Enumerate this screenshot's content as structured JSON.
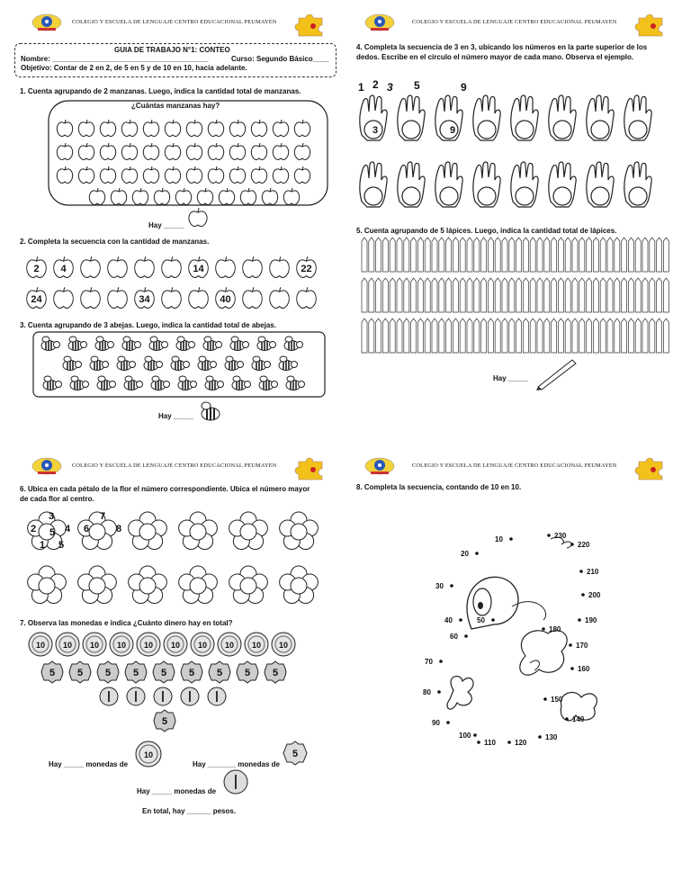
{
  "school_name": "COLEGIO Y ESCUELA DE LENGUAJE CENTRO EDUCACIONAL PEUMAYEN",
  "guide": {
    "title": "GUIA DE TRABAJO N°1: CONTEO",
    "name_label": "Nombre: _______________________________________",
    "course_label": "Curso: Segundo Básico____",
    "objective": "Objetivo: Contar de  2 en 2, de 5 en 5 y de 10 en 10, hacia adelante."
  },
  "q1": {
    "instruction": "1. Cuenta agrupando de 2 manzanas. Luego, indica la cantidad total de manzanas.",
    "box_title": "¿Cuántas manzanas hay?",
    "answer": "Hay _____"
  },
  "q2": {
    "instruction": "2. Completa la secuencia con la cantidad de manzanas.",
    "row1": [
      "2",
      "4",
      "",
      "",
      "",
      "",
      "14",
      "",
      "",
      "",
      "22"
    ],
    "row2": [
      "24",
      "",
      "",
      "",
      "34",
      "",
      "",
      "40",
      "",
      "",
      ""
    ]
  },
  "q3": {
    "instruction": "3. Cuenta agrupando de 3 abejas. Luego, indica la cantidad total de abejas.",
    "answer": "Hay _____"
  },
  "q4": {
    "instruction_line1": "4. Completa la secuencia de 3 en 3, ubicando los números en la parte superior de los",
    "instruction_line2": "dedos. Escribe en el círculo el número mayor de cada mano. Observa el ejemplo.",
    "example_top": [
      "1",
      "2",
      "3",
      "5",
      "9"
    ],
    "example_circle": [
      "3",
      "9"
    ]
  },
  "q5": {
    "instruction": "5. Cuenta agrupando de 5 lápices. Luego, indica la cantidad total de lápices.",
    "answer": "Hay _____"
  },
  "q6": {
    "instruction_line1": "6. Ubica en cada pétalo de la flor el número correspondiente. Ubica el número mayor",
    "instruction_line2": "de cada flor al centro.",
    "flower1": [
      "3",
      "2",
      "4",
      "5",
      "1",
      "5"
    ],
    "flower2": [
      "7",
      "6",
      "8"
    ]
  },
  "q7": {
    "instruction": "7. Observa las monedas e indica ¿Cuánto dinero hay en total?",
    "coin10_label": "10",
    "coin5_label": "5",
    "answer_10": "Hay _____ monedas de",
    "answer_5": "Hay _______ monedas de",
    "answer_1": "Hay _____ monedas de",
    "total": "En total, hay ______ pesos."
  },
  "q8": {
    "instruction": "8. Completa la secuencia, contando de 10 en 10.",
    "dots": [
      "10",
      "20",
      "30",
      "40",
      "50",
      "60",
      "70",
      "80",
      "90",
      "100",
      "110",
      "120",
      "130",
      "140",
      "150",
      "160",
      "170",
      "180",
      "190",
      "200",
      "210",
      "220",
      "230"
    ]
  }
}
